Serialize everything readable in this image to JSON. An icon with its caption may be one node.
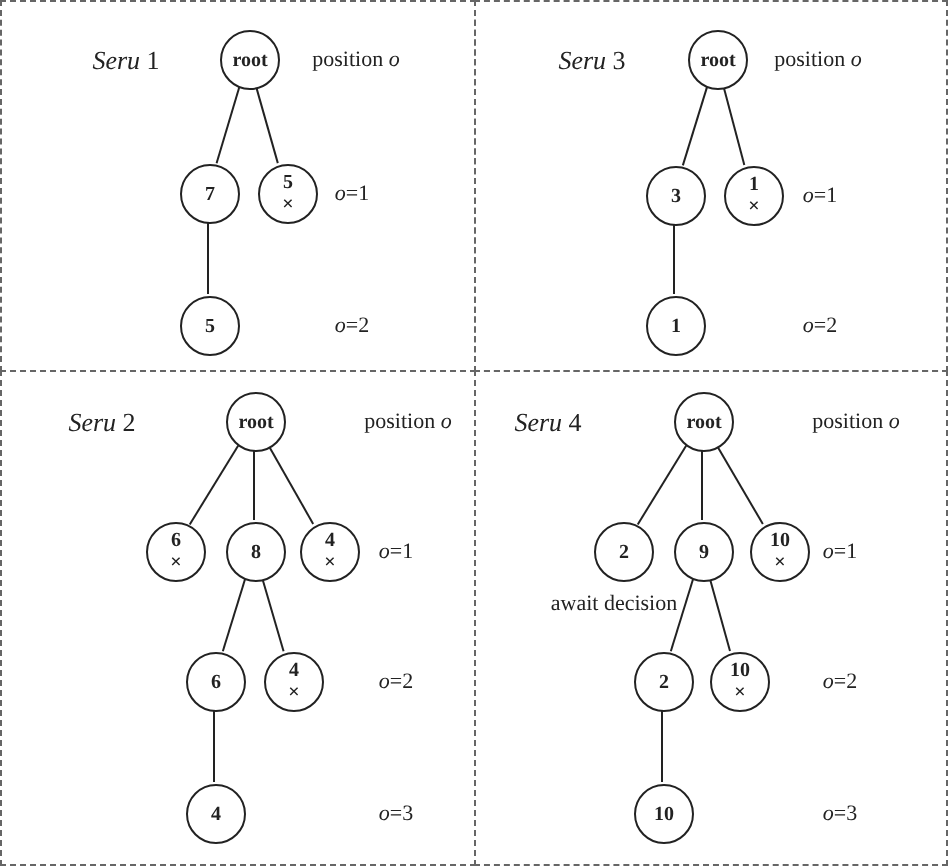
{
  "diagram": {
    "nodes": [
      {
        "text": [
          "*Seru* 1",
          "position *o*",
          "*o*=1",
          "*o*=2"
        ]
      },
      {
        "text": [
          "root"
        ],
        "in": 0
      },
      {
        "text": [
          "7"
        ],
        "in": 0
      },
      {
        "text": [
          "5",
          "×"
        ],
        "in": 0
      },
      {
        "text": [
          "5"
        ],
        "in": 0
      },
      {
        "text": [
          "*Seru* 3",
          "position *o*",
          "*o*=1",
          "*o*=2"
        ]
      },
      {
        "text": [
          "root"
        ],
        "in": 5
      },
      {
        "text": [
          "3"
        ],
        "in": 5
      },
      {
        "text": [
          "1",
          "×"
        ],
        "in": 5
      },
      {
        "text": [
          "1"
        ],
        "in": 5
      },
      {
        "text": [
          "*Seru* 2",
          "position *o*",
          "*o*=1",
          "*o*=2",
          "*o*=3"
        ]
      },
      {
        "text": [
          "root"
        ],
        "in": 10
      },
      {
        "text": [
          "6",
          "×"
        ],
        "in": 10
      },
      {
        "text": [
          "8"
        ],
        "in": 10
      },
      {
        "text": [
          "4",
          "×"
        ],
        "in": 10
      },
      {
        "text": [
          "6"
        ],
        "in": 10
      },
      {
        "text": [
          "4",
          "×"
        ],
        "in": 10
      },
      {
        "text": [
          "4"
        ],
        "in": 10
      },
      {
        "text": [
          "*Seru* 4",
          "position *o*",
          "*o*=1",
          "*o*=2",
          "*o*=3"
        ]
      },
      {
        "text": [
          "root"
        ],
        "in": 18
      },
      {
        "text": [
          "2"
        ],
        "in": 18,
        "beside": [
          "await decision"
        ]
      },
      {
        "text": [
          "9"
        ],
        "in": 18
      },
      {
        "text": [
          "10",
          "×"
        ],
        "in": 18
      },
      {
        "text": [
          "2"
        ],
        "in": 18
      },
      {
        "text": [
          "10",
          "×"
        ],
        "in": 18
      },
      {
        "text": [
          "10"
        ],
        "in": 18
      }
    ],
    "edges": [
      {
        "from": 1,
        "to": 2,
        "arrow": "none"
      },
      {
        "from": 1,
        "to": 3,
        "arrow": "none"
      },
      {
        "from": 2,
        "to": 4,
        "arrow": "none"
      },
      {
        "from": 6,
        "to": 7,
        "arrow": "none"
      },
      {
        "from": 6,
        "to": 8,
        "arrow": "none"
      },
      {
        "from": 7,
        "to": 9,
        "arrow": "none"
      },
      {
        "from": 11,
        "to": 12,
        "arrow": "none"
      },
      {
        "from": 11,
        "to": 13,
        "arrow": "none"
      },
      {
        "from": 11,
        "to": 14,
        "arrow": "none"
      },
      {
        "from": 13,
        "to": 15,
        "arrow": "none"
      },
      {
        "from": 13,
        "to": 16,
        "arrow": "none"
      },
      {
        "from": 15,
        "to": 17,
        "arrow": "none"
      },
      {
        "from": 19,
        "to": 20,
        "arrow": "none"
      },
      {
        "from": 19,
        "to": 21,
        "arrow": "none"
      },
      {
        "from": 19,
        "to": 22,
        "arrow": "none"
      },
      {
        "from": 21,
        "to": 23,
        "arrow": "none"
      },
      {
        "from": 21,
        "to": 24,
        "arrow": "none"
      },
      {
        "from": 23,
        "to": 25,
        "arrow": "none"
      }
    ]
  }
}
